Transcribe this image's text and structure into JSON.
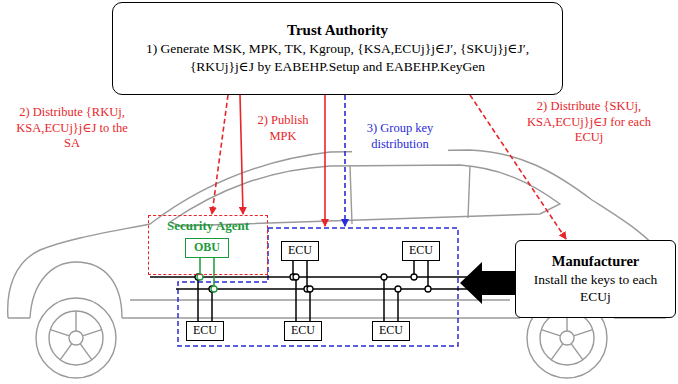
{
  "diagram": {
    "nodes": [
      {
        "text": [
          "Trust Authority",
          "1) Generate MSK, MPK, TK, Kgroup, {KSA,ECUj}j∈J′, {SKUj}j∈J′, {RKUj}j∈J by EABEHP.Setup and EABEHP.KeyGen"
        ]
      },
      {
        "text": [
          "Security Agent"
        ]
      },
      {
        "text": [
          "OBU"
        ],
        "in": 1
      },
      {
        "text": [
          "ECU"
        ]
      },
      {
        "text": [
          "ECU"
        ]
      },
      {
        "text": [
          "ECU"
        ]
      },
      {
        "text": [
          "ECU"
        ]
      },
      {
        "text": [
          "ECU"
        ]
      },
      {
        "text": [
          "Manufacturer",
          "Install the keys to each ECUj"
        ]
      }
    ],
    "edges": [
      {
        "from": 0,
        "to": 1,
        "arrow": "to"
      },
      {
        "from": 0,
        "to": 1,
        "arrow": "to"
      },
      {
        "from": 0,
        "to": 8,
        "arrow": "to"
      }
    ],
    "labels": [
      "2) Distribute {RKUj, KSA,ECUj}j∈J to the SA",
      "2) Publish MPK",
      "3) Group key distribution",
      "2) Distribute {SKUj, KSA,ECUj}j∈J for each ECUj"
    ]
  }
}
